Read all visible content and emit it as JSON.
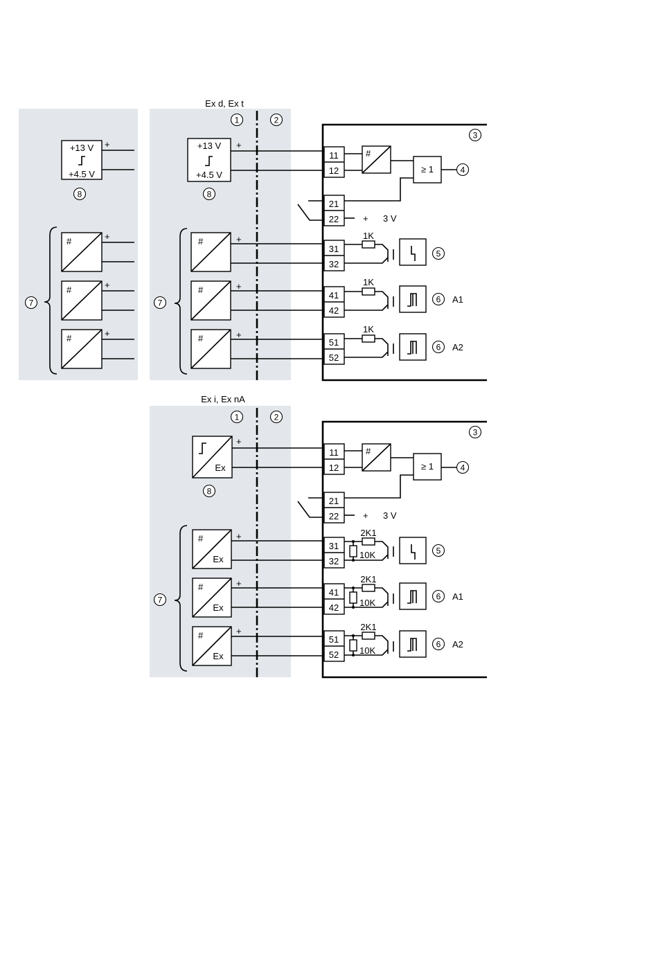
{
  "diagram": {
    "sections": [
      {
        "header": "Ex d, Ex t"
      },
      {
        "header": "Ex i, Ex nA"
      }
    ],
    "callouts": {
      "n1": "1",
      "n2": "2",
      "n3": "3",
      "n4": "4",
      "n5": "5",
      "n6": "6",
      "n7": "7",
      "n8": "8"
    },
    "supply": {
      "high": "+13 V",
      "low": "+4.5 V",
      "plus": "+"
    },
    "transmitter": {
      "hash": "#",
      "plus": "+",
      "ex": "Ex"
    },
    "or_gate": "≥ 1",
    "terminals": [
      "11",
      "12",
      "21",
      "22",
      "31",
      "32",
      "41",
      "42",
      "51",
      "52"
    ],
    "voltage": {
      "plus": "+",
      "value": "3 V"
    },
    "resistors": {
      "series_top": "1K",
      "series_bottom": "2K1",
      "shunt_bottom": "10K"
    },
    "outputs": {
      "a1": "A1",
      "a2": "A2"
    },
    "colors": {
      "shade": "#e3e7eb",
      "line": "#000000"
    }
  }
}
